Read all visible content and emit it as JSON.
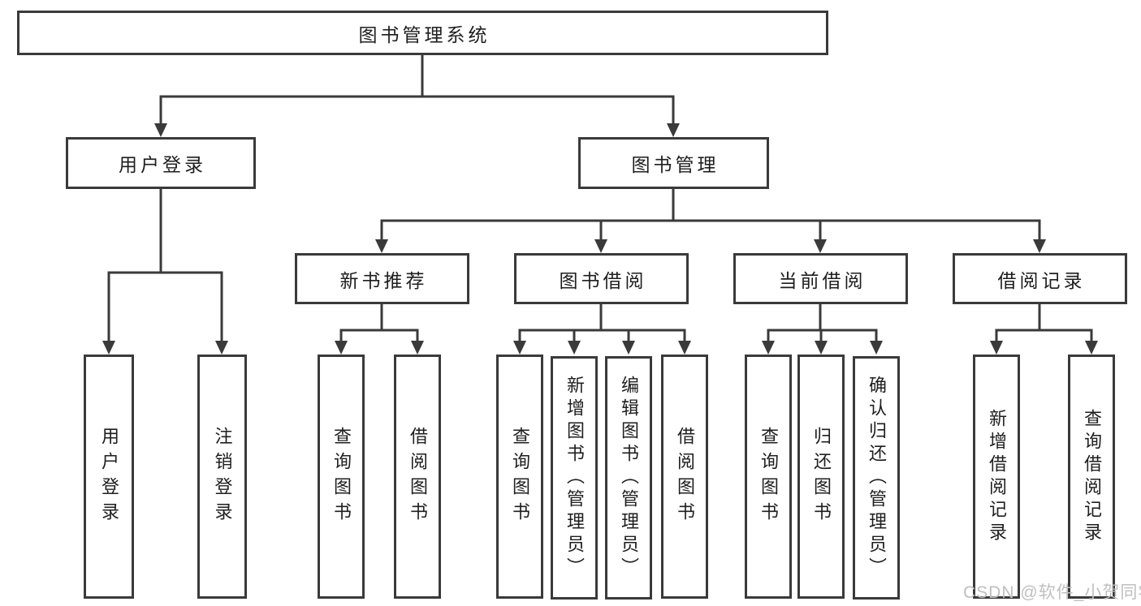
{
  "diagram": {
    "root": {
      "label": "图书管理系统",
      "children": [
        {
          "label": "用户登录",
          "children": [
            {
              "label": "用户登录"
            },
            {
              "label": "注销登录"
            }
          ]
        },
        {
          "label": "图书管理",
          "children": [
            {
              "label": "新书推荐",
              "children": [
                {
                  "label": "查询图书"
                },
                {
                  "label": "借阅图书"
                }
              ]
            },
            {
              "label": "图书借阅",
              "children": [
                {
                  "label": "查询图书"
                },
                {
                  "label": "新增图书（管理员）"
                },
                {
                  "label": "编辑图书（管理员）"
                },
                {
                  "label": "借阅图书"
                }
              ]
            },
            {
              "label": "当前借阅",
              "children": [
                {
                  "label": "查询图书"
                },
                {
                  "label": "归还图书"
                },
                {
                  "label": "确认归还（管理员）"
                }
              ]
            },
            {
              "label": "借阅记录",
              "children": [
                {
                  "label": "新增借阅记录"
                },
                {
                  "label": "查询借阅记录"
                }
              ]
            }
          ]
        }
      ]
    }
  },
  "watermark": "CSDN @软件_小贺同学",
  "colors": {
    "line": "#3a3a3a",
    "text": "#1e1e1e",
    "background": "#ffffff",
    "watermark": "#bfbfbf"
  }
}
